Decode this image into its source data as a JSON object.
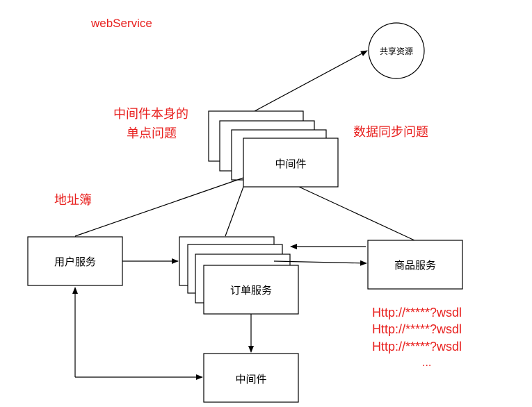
{
  "title": "webService",
  "notes": {
    "single_point_line1": "中间件本身的",
    "single_point_line2": "单点问题",
    "data_sync": "数据同步问题",
    "address_book": "地址簿"
  },
  "nodes": {
    "shared_resource": "共享资源",
    "middleware_top": "中间件",
    "user_service": "用户服务",
    "order_service": "订单服务",
    "product_service": "商品服务",
    "middleware_bottom": "中间件"
  },
  "wsdl_list": [
    "Http://*****?wsdl",
    "Http://*****?wsdl",
    "Http://*****?wsdl"
  ],
  "ellipsis": "...",
  "colors": {
    "annotation": "#e8211f",
    "stroke": "#000000"
  }
}
